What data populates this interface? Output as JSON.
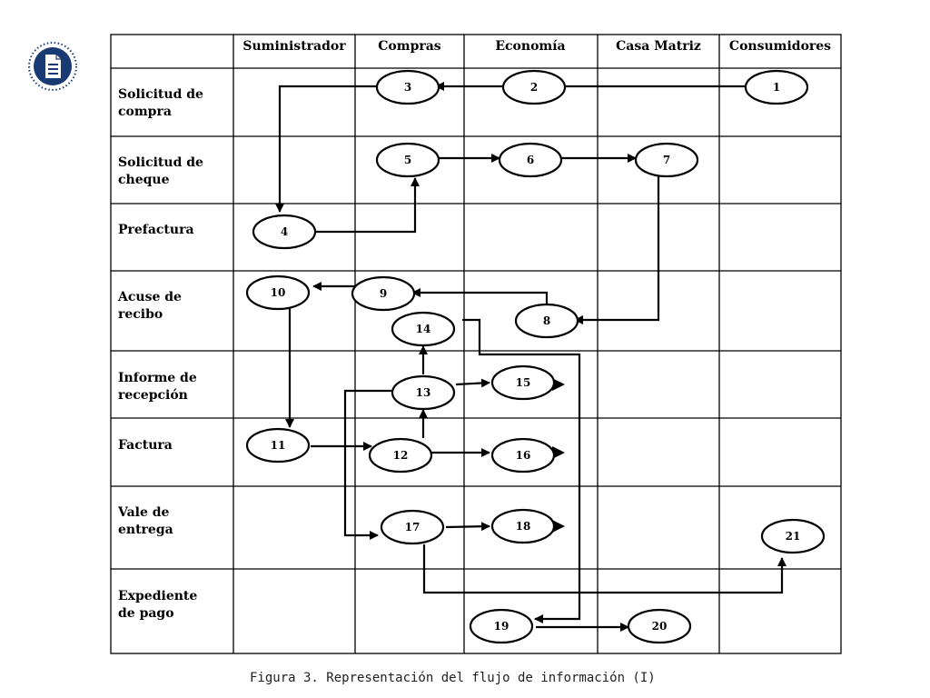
{
  "columns": [
    "Suministrador",
    "Compras",
    "Economía",
    "Casa Matriz",
    "Consumidores"
  ],
  "rows": [
    [
      "Solicitud de",
      "compra"
    ],
    [
      "Solicitud de",
      "cheque"
    ],
    [
      "Prefactura"
    ],
    [
      "Acuse de",
      "recibo"
    ],
    [
      "Informe de",
      "recepción"
    ],
    [
      "Factura"
    ],
    [
      "Vale de",
      "entrega"
    ],
    [
      "Expediente",
      "de pago"
    ]
  ],
  "nodes": [
    "1",
    "2",
    "3",
    "4",
    "5",
    "6",
    "7",
    "8",
    "9",
    "10",
    "11",
    "12",
    "13",
    "14",
    "15",
    "16",
    "17",
    "18",
    "19",
    "20",
    "21"
  ],
  "flows": [
    [
      "1",
      "2"
    ],
    [
      "2",
      "3"
    ],
    [
      "3",
      "4"
    ],
    [
      "4",
      "5"
    ],
    [
      "5",
      "6"
    ],
    [
      "6",
      "7"
    ],
    [
      "7",
      "8"
    ],
    [
      "8",
      "9"
    ],
    [
      "9",
      "10"
    ],
    [
      "10",
      "11"
    ],
    [
      "11",
      "12"
    ],
    [
      "12",
      "13"
    ],
    [
      "13",
      "14"
    ],
    [
      "13",
      "15"
    ],
    [
      "12",
      "16"
    ],
    [
      "13",
      "17"
    ],
    [
      "17",
      "18"
    ],
    [
      "14",
      "19"
    ],
    [
      "19",
      "20"
    ],
    [
      "17",
      "21"
    ]
  ],
  "caption": "Figura 3. Representación del flujo de información (I)",
  "colors": {
    "line": "#000000",
    "badge": "#1a3a73",
    "background": "#ffffff"
  },
  "icons": {
    "badge": "document-icon"
  }
}
